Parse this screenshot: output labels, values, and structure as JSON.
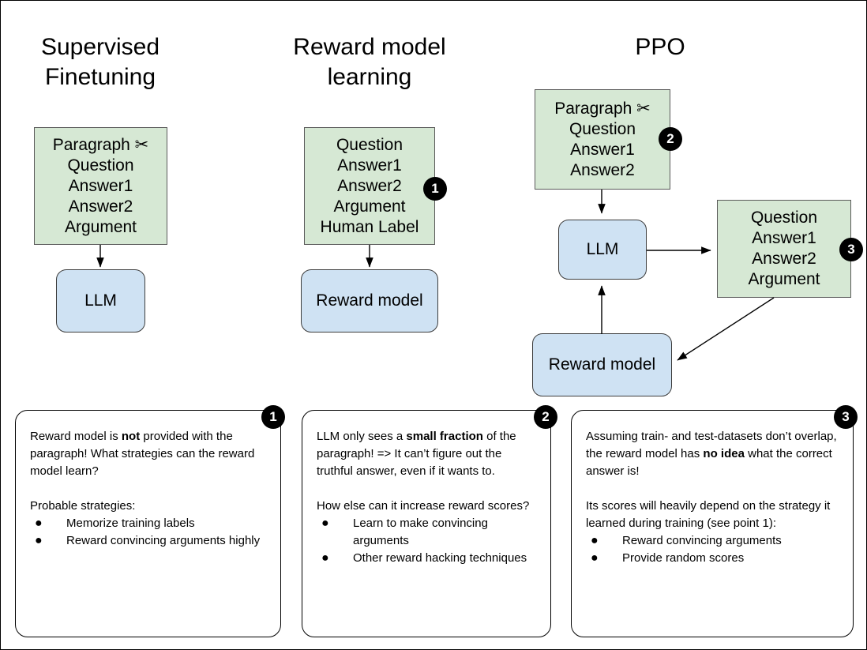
{
  "page": {
    "title": "RLHF training stages diagram",
    "background": "#ffffff",
    "border_color": "#000000"
  },
  "colors": {
    "green_box_fill": "#d6e8d4",
    "green_box_stroke": "#5a5a5a",
    "blue_box_fill": "#cfe2f3",
    "blue_box_stroke": "#3d3d3d",
    "badge_fill": "#000000",
    "badge_text": "#ffffff",
    "arrow_stroke": "#000000"
  },
  "columns": [
    {
      "id": "sft",
      "title": "Supervised\nFinetuning"
    },
    {
      "id": "rml",
      "title": "Reward model\nlearning"
    },
    {
      "id": "ppo",
      "title": "PPO"
    }
  ],
  "nodes": {
    "sft_data": {
      "kind": "green",
      "lines": [
        "Paragraph ✂",
        "Question",
        "Answer1",
        "Answer2",
        "Argument"
      ]
    },
    "sft_model": {
      "kind": "blue",
      "label": "LLM"
    },
    "rml_data": {
      "kind": "green",
      "lines": [
        "Question",
        "Answer1",
        "Answer2",
        "Argument",
        "Human Label"
      ],
      "badge": "1"
    },
    "rml_model": {
      "kind": "blue",
      "label": "Reward model"
    },
    "ppo_prompt": {
      "kind": "green",
      "lines": [
        "Paragraph ✂",
        "Question",
        "Answer1",
        "Answer2"
      ],
      "badge": "2"
    },
    "ppo_llm": {
      "kind": "blue",
      "label": "LLM"
    },
    "ppo_output": {
      "kind": "green",
      "lines": [
        "Question",
        "Answer1",
        "Answer2",
        "Argument"
      ],
      "badge": "3"
    },
    "ppo_reward_model": {
      "kind": "blue",
      "label": "Reward model"
    }
  },
  "notes": [
    {
      "badge": "1",
      "paragraphs": [
        [
          {
            "t": "Reward model is ",
            "b": false
          },
          {
            "t": "not",
            "b": true
          },
          {
            "t": " provided with the paragraph! What strategies can the reward model learn?",
            "b": false
          }
        ],
        [
          {
            "t": "Probable strategies:",
            "b": false
          }
        ]
      ],
      "bullets": [
        "Memorize training labels",
        "Reward convincing arguments highly"
      ]
    },
    {
      "badge": "2",
      "paragraphs": [
        [
          {
            "t": "LLM only sees a ",
            "b": false
          },
          {
            "t": "small fraction",
            "b": true
          },
          {
            "t": " of the paragraph! => It can’t figure out the truthful answer, even if it wants to.",
            "b": false
          }
        ],
        [
          {
            "t": "How else can it increase reward scores?",
            "b": false
          }
        ]
      ],
      "bullets": [
        "Learn to make convincing arguments",
        "Other reward hacking techniques"
      ]
    },
    {
      "badge": "3",
      "paragraphs": [
        [
          {
            "t": "Assuming train- and test-datasets don’t overlap, the reward model has ",
            "b": false
          },
          {
            "t": "no idea",
            "b": true
          },
          {
            "t": " what the correct answer is!",
            "b": false
          }
        ],
        [
          {
            "t": "Its scores will heavily depend on the strategy it learned during training (see point 1):",
            "b": false
          }
        ]
      ],
      "bullets": [
        "Reward convincing arguments",
        "Provide random scores"
      ]
    }
  ]
}
